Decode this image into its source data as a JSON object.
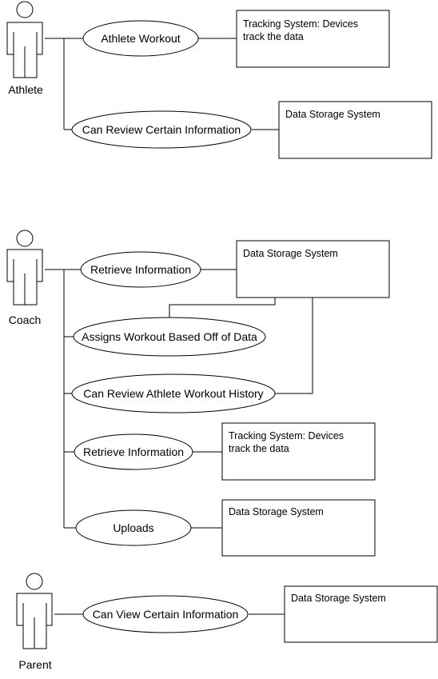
{
  "actors": {
    "athlete": "Athlete",
    "coach": "Coach",
    "parent": "Parent"
  },
  "use_cases": {
    "athlete_workout": "Athlete Workout",
    "can_review_certain_information": "Can Review Certain Information",
    "retrieve_information_1": "Retrieve Information",
    "assigns_workout": "Assigns Workout Based Off of Data",
    "can_review_history": "Can Review Athlete Workout History",
    "retrieve_information_2": "Retrieve Information",
    "uploads": "Uploads",
    "can_view_certain_information": "Can View Certain Information"
  },
  "systems": {
    "tracking_1": [
      "Tracking System: Devices",
      "track the data"
    ],
    "storage_1": "Data Storage System",
    "storage_2": "Data Storage System",
    "tracking_2": [
      "Tracking System: Devices",
      "track the data"
    ],
    "storage_3": "Data Storage System",
    "storage_4": "Data Storage System"
  }
}
